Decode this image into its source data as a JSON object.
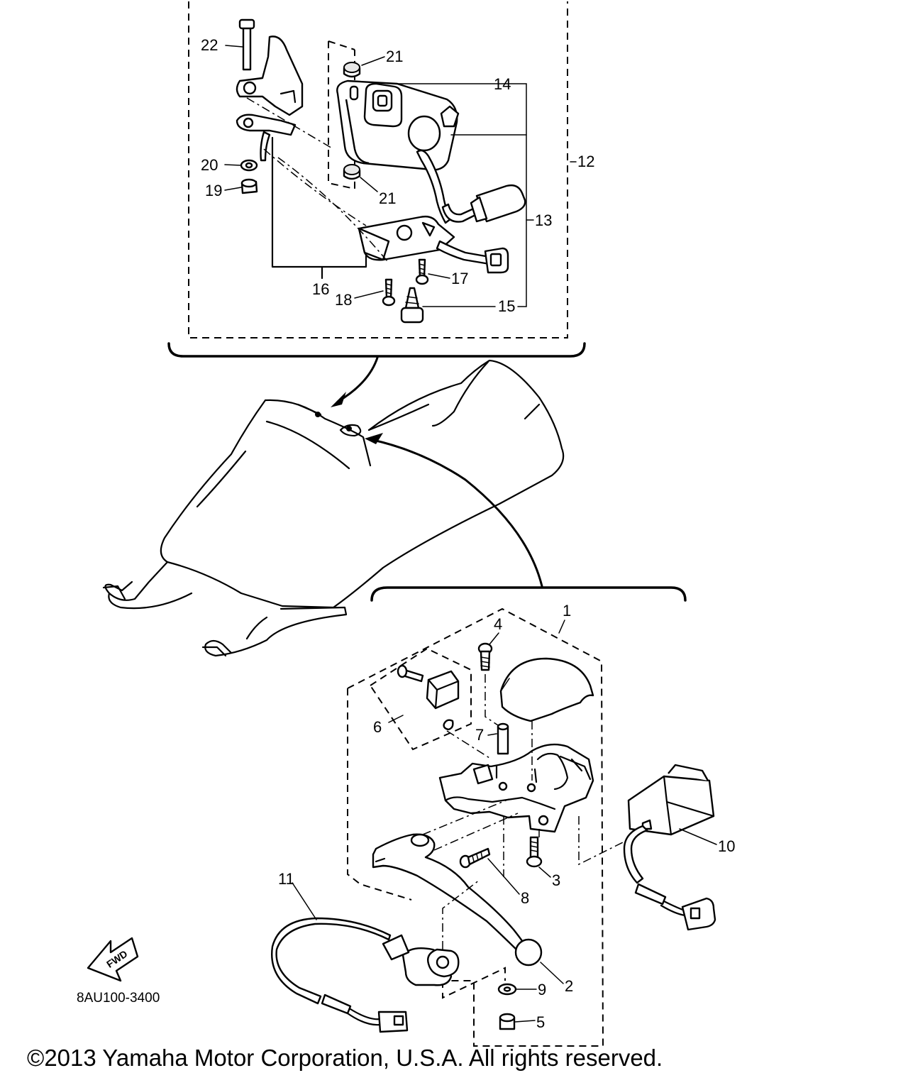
{
  "callouts": {
    "c1": "1",
    "c2": "2",
    "c3": "3",
    "c4": "4",
    "c5": "5",
    "c6": "6",
    "c7": "7",
    "c8": "8",
    "c9": "9",
    "c10": "10",
    "c11": "11",
    "c12": "12",
    "c13": "13",
    "c14": "14",
    "c15": "15",
    "c16": "16",
    "c17": "17",
    "c18": "18",
    "c19": "19",
    "c20": "20",
    "c21a": "21",
    "c21b": "21",
    "c22": "22"
  },
  "diagram_code": "8AU100-3400",
  "fwd_label": "FWD",
  "copyright": "©2013 Yamaha Motor Corporation, U.S.A. All rights reserved."
}
